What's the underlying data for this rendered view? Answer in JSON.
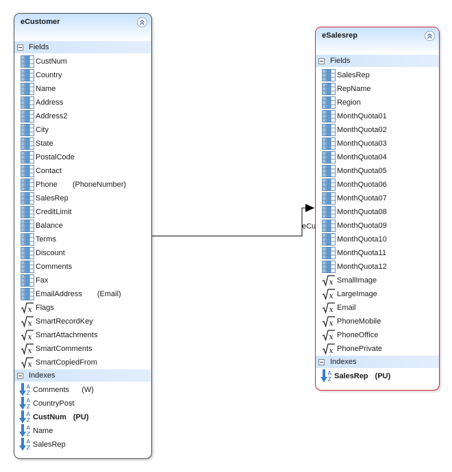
{
  "entities": [
    {
      "title": "eCustomer",
      "fields_label": "Fields",
      "indexes_label": "Indexes",
      "fields": [
        {
          "name": "CustNum",
          "icon": "table-field-icon",
          "extra": ""
        },
        {
          "name": "Country",
          "icon": "table-field-icon",
          "extra": ""
        },
        {
          "name": "Name",
          "icon": "table-field-icon",
          "extra": ""
        },
        {
          "name": "Address",
          "icon": "table-field-icon",
          "extra": ""
        },
        {
          "name": "Address2",
          "icon": "table-field-icon",
          "extra": ""
        },
        {
          "name": "City",
          "icon": "table-field-icon",
          "extra": ""
        },
        {
          "name": "State",
          "icon": "table-field-icon",
          "extra": ""
        },
        {
          "name": "PostalCode",
          "icon": "table-field-icon",
          "extra": ""
        },
        {
          "name": "Contact",
          "icon": "table-field-icon",
          "extra": ""
        },
        {
          "name": "Phone",
          "icon": "table-field-icon",
          "extra": "(PhoneNumber)"
        },
        {
          "name": "SalesRep",
          "icon": "table-field-icon",
          "extra": ""
        },
        {
          "name": "CreditLimit",
          "icon": "table-field-icon",
          "extra": ""
        },
        {
          "name": "Balance",
          "icon": "table-field-icon",
          "extra": ""
        },
        {
          "name": "Terms",
          "icon": "table-field-icon",
          "extra": ""
        },
        {
          "name": "Discount",
          "icon": "table-field-icon",
          "extra": ""
        },
        {
          "name": "Comments",
          "icon": "table-field-icon",
          "extra": ""
        },
        {
          "name": "Fax",
          "icon": "table-field-icon",
          "extra": ""
        },
        {
          "name": "EmailAddress",
          "icon": "table-field-icon",
          "extra": "(Email)"
        },
        {
          "name": "Flags",
          "icon": "calculated-field-icon",
          "extra": ""
        },
        {
          "name": "SmartRecordKey",
          "icon": "calculated-field-icon",
          "extra": ""
        },
        {
          "name": "SmartAttachments",
          "icon": "calculated-field-icon",
          "extra": ""
        },
        {
          "name": "SmartComments",
          "icon": "calculated-field-icon",
          "extra": ""
        },
        {
          "name": "SmartCopiedFrom",
          "icon": "calculated-field-icon",
          "extra": ""
        }
      ],
      "indexes": [
        {
          "name": "Comments",
          "extra": "(W)",
          "bold": false
        },
        {
          "name": "CountryPost",
          "extra": "",
          "bold": false
        },
        {
          "name": "CustNum",
          "extra": "(PU)",
          "bold": true
        },
        {
          "name": "Name",
          "extra": "",
          "bold": false
        },
        {
          "name": "SalesRep",
          "extra": "",
          "bold": false
        }
      ]
    },
    {
      "title": "eSalesrep",
      "fields_label": "Fields",
      "indexes_label": "Indexes",
      "fields": [
        {
          "name": "SalesRep",
          "icon": "table-field-icon",
          "extra": ""
        },
        {
          "name": "RepName",
          "icon": "table-field-icon",
          "extra": ""
        },
        {
          "name": "Region",
          "icon": "table-field-icon",
          "extra": ""
        },
        {
          "name": "MonthQuota01",
          "icon": "table-field-icon",
          "extra": ""
        },
        {
          "name": "MonthQuota02",
          "icon": "table-field-icon",
          "extra": ""
        },
        {
          "name": "MonthQuota03",
          "icon": "table-field-icon",
          "extra": ""
        },
        {
          "name": "MonthQuota04",
          "icon": "table-field-icon",
          "extra": ""
        },
        {
          "name": "MonthQuota05",
          "icon": "table-field-icon",
          "extra": ""
        },
        {
          "name": "MonthQuota06",
          "icon": "table-field-icon",
          "extra": ""
        },
        {
          "name": "MonthQuota07",
          "icon": "table-field-icon",
          "extra": ""
        },
        {
          "name": "MonthQuota08",
          "icon": "table-field-icon",
          "extra": ""
        },
        {
          "name": "MonthQuota09",
          "icon": "table-field-icon",
          "extra": ""
        },
        {
          "name": "MonthQuota10",
          "icon": "table-field-icon",
          "extra": ""
        },
        {
          "name": "MonthQuota11",
          "icon": "table-field-icon",
          "extra": ""
        },
        {
          "name": "MonthQuota12",
          "icon": "table-field-icon",
          "extra": ""
        },
        {
          "name": "SmallImage",
          "icon": "calculated-field-icon",
          "extra": ""
        },
        {
          "name": "LargeImage",
          "icon": "calculated-field-icon",
          "extra": ""
        },
        {
          "name": "Email",
          "icon": "calculated-field-icon",
          "extra": ""
        },
        {
          "name": "PhoneMobile",
          "icon": "calculated-field-icon",
          "extra": ""
        },
        {
          "name": "PhoneOffice",
          "icon": "calculated-field-icon",
          "extra": ""
        },
        {
          "name": "PhonePrivate",
          "icon": "calculated-field-icon",
          "extra": ""
        }
      ],
      "indexes": [
        {
          "name": "SalesRep",
          "extra": "(PU)",
          "bold": true
        }
      ]
    }
  ],
  "relation": {
    "label": "eCustomereSalesrepRelation",
    "from": "eCustomer",
    "to": "eSalesrep"
  },
  "colors": {
    "selected_border": "#d9232d",
    "default_border": "#4a4a4a",
    "header_gradient_top": "#c8e2ff",
    "section_header": "#d2e5fb",
    "index_icon": "#3a7ec4"
  }
}
